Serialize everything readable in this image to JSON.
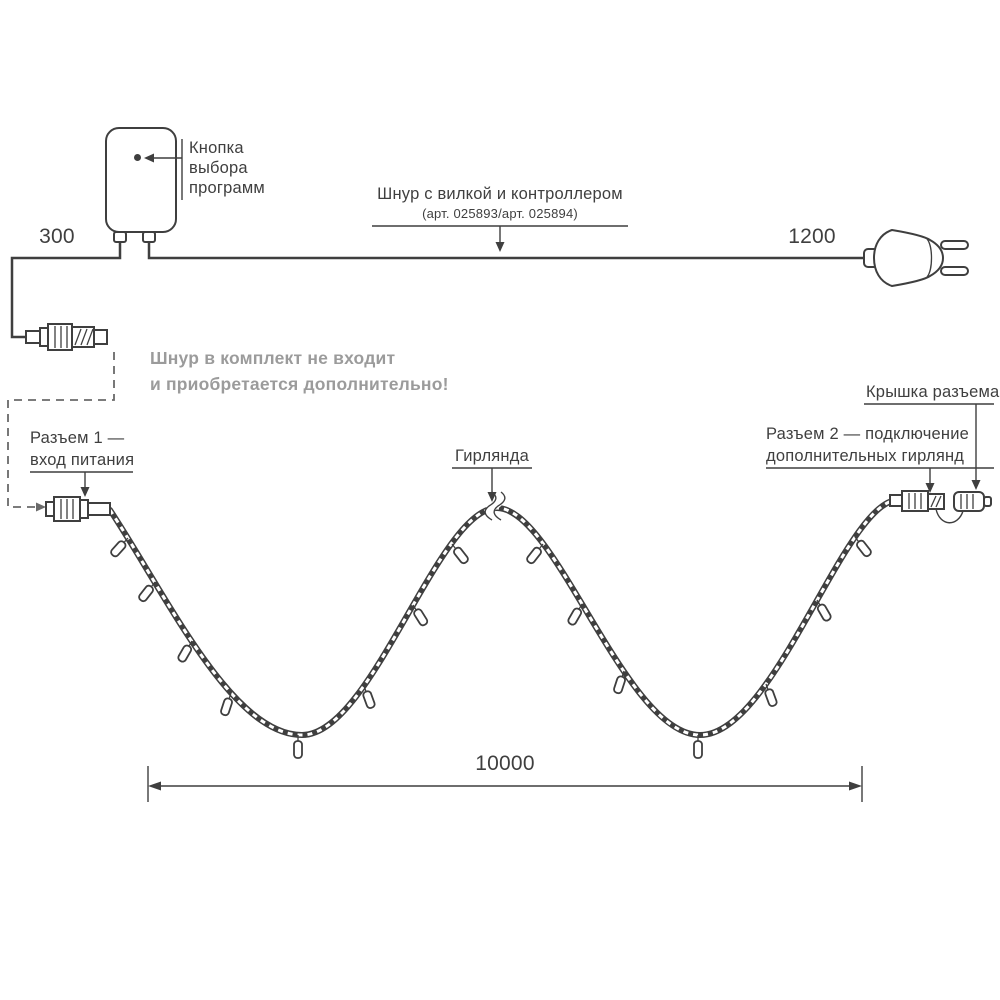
{
  "program_button_label": {
    "line1": "Кнопка",
    "line2": "выбора",
    "line3": "программ"
  },
  "cord_label": {
    "title": "Шнур с вилкой и контроллером",
    "subtitle": "(арт. 025893/арт. 025894)"
  },
  "dimensions": {
    "segment_left": "300",
    "segment_right": "1200",
    "garland_total": "10000"
  },
  "note": {
    "line1": "Шнур в комплект не входит",
    "line2": "и приобретается дополнительно!"
  },
  "connector1_label": {
    "line1": "Разъем 1 —",
    "line2": "вход питания"
  },
  "garland_label": "Гирлянда",
  "connector2_label": {
    "line1": "Разъем 2 — подключение",
    "line2": "дополнительных гирлянд"
  },
  "cap_label": "Крышка разъема",
  "colors": {
    "line": "#3f3f3f",
    "note_text": "#9b9b9b",
    "background": "#ffffff"
  }
}
